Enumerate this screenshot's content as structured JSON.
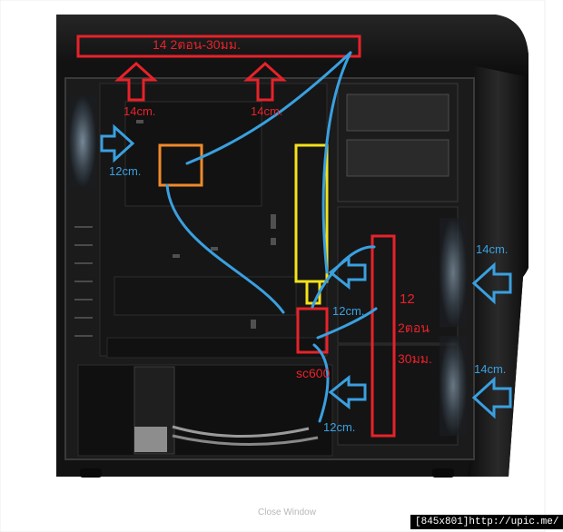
{
  "annotations": {
    "top_fans": "14 2ตอน-30มม.",
    "top_left_fan": "14cm.",
    "top_mid_fan": "14cm.",
    "rear_fan": "12cm.",
    "front_top_fan": "14cm.",
    "mid_fan": "12cm.",
    "radiator_size": "12",
    "radiator_type": "2ตอน",
    "radiator_thickness": "30มม.",
    "front_bottom_fan": "14cm.",
    "pump_label": "sc600",
    "bottom_fan": "12cm."
  },
  "viewer": {
    "close_window": "Close Window",
    "footer": "[845x801]http://upic.me/"
  },
  "colors": {
    "annotation_red": "#e8222a",
    "annotation_blue": "#3aa0e0",
    "highlight_orange": "#f08a2a",
    "highlight_yellow": "#f4e21a",
    "case_black": "#141414"
  }
}
